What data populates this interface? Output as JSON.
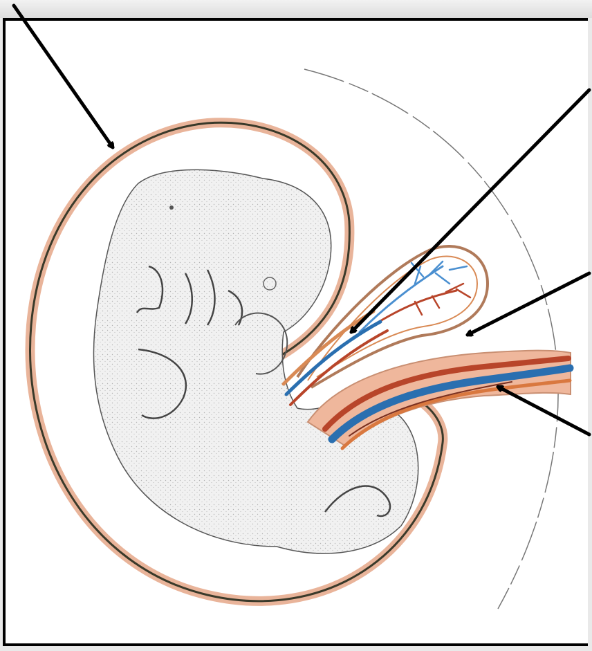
{
  "diagram": {
    "colors": {
      "background": "#ffffff",
      "frame": "#000000",
      "outer_band": "#e9b49a",
      "membrane_line": "#3a3a2a",
      "embryo_fill": "#f1f1f1",
      "embryo_stipple": "#8a8a8a",
      "artery_red": "#b8452a",
      "vein_blue": "#2a6fb0",
      "stalk_orange": "#d98a55",
      "yolk_vessel_blue": "#4a8fd0",
      "arrow": "#000000"
    },
    "arrows": [
      {
        "label": "",
        "target": "chorion-outer-membrane"
      },
      {
        "label": "",
        "target": "umbilical-vessels"
      },
      {
        "label": "",
        "target": "yolk-sac-stalk"
      },
      {
        "label": "",
        "target": "umbilical-cord"
      }
    ]
  }
}
